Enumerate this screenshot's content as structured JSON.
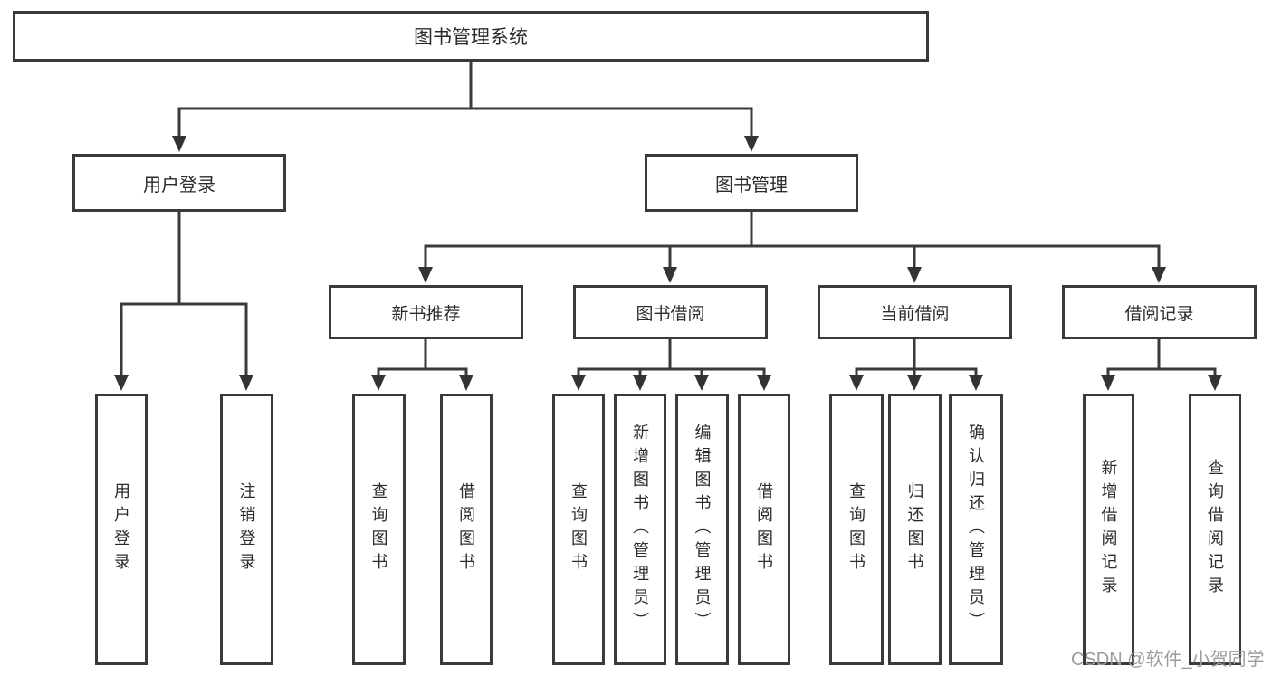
{
  "diagram": {
    "root": "图书管理系统",
    "branches": [
      {
        "label": "用户登录",
        "children": [
          {
            "label": "用户登录"
          },
          {
            "label": "注销登录"
          }
        ]
      },
      {
        "label": "图书管理",
        "children": [
          {
            "label": "新书推荐",
            "children": [
              {
                "label": "查询图书"
              },
              {
                "label": "借阅图书"
              }
            ]
          },
          {
            "label": "图书借阅",
            "children": [
              {
                "label": "查询图书"
              },
              {
                "label": "新增图书（管理员）"
              },
              {
                "label": "编辑图书（管理员）"
              },
              {
                "label": "借阅图书"
              }
            ]
          },
          {
            "label": "当前借阅",
            "children": [
              {
                "label": "查询图书"
              },
              {
                "label": "归还图书"
              },
              {
                "label": "确认归还（管理员）"
              }
            ]
          },
          {
            "label": "借阅记录",
            "children": [
              {
                "label": "新增借阅记录"
              },
              {
                "label": "查询借阅记录"
              }
            ]
          }
        ]
      }
    ]
  },
  "watermark": {
    "text": "CSDN @软件_小贺同学"
  },
  "colors": {
    "line": "#3a3a3a",
    "text": "#2c2c2c",
    "watermark": "#9c9c9c",
    "background": "#ffffff"
  }
}
